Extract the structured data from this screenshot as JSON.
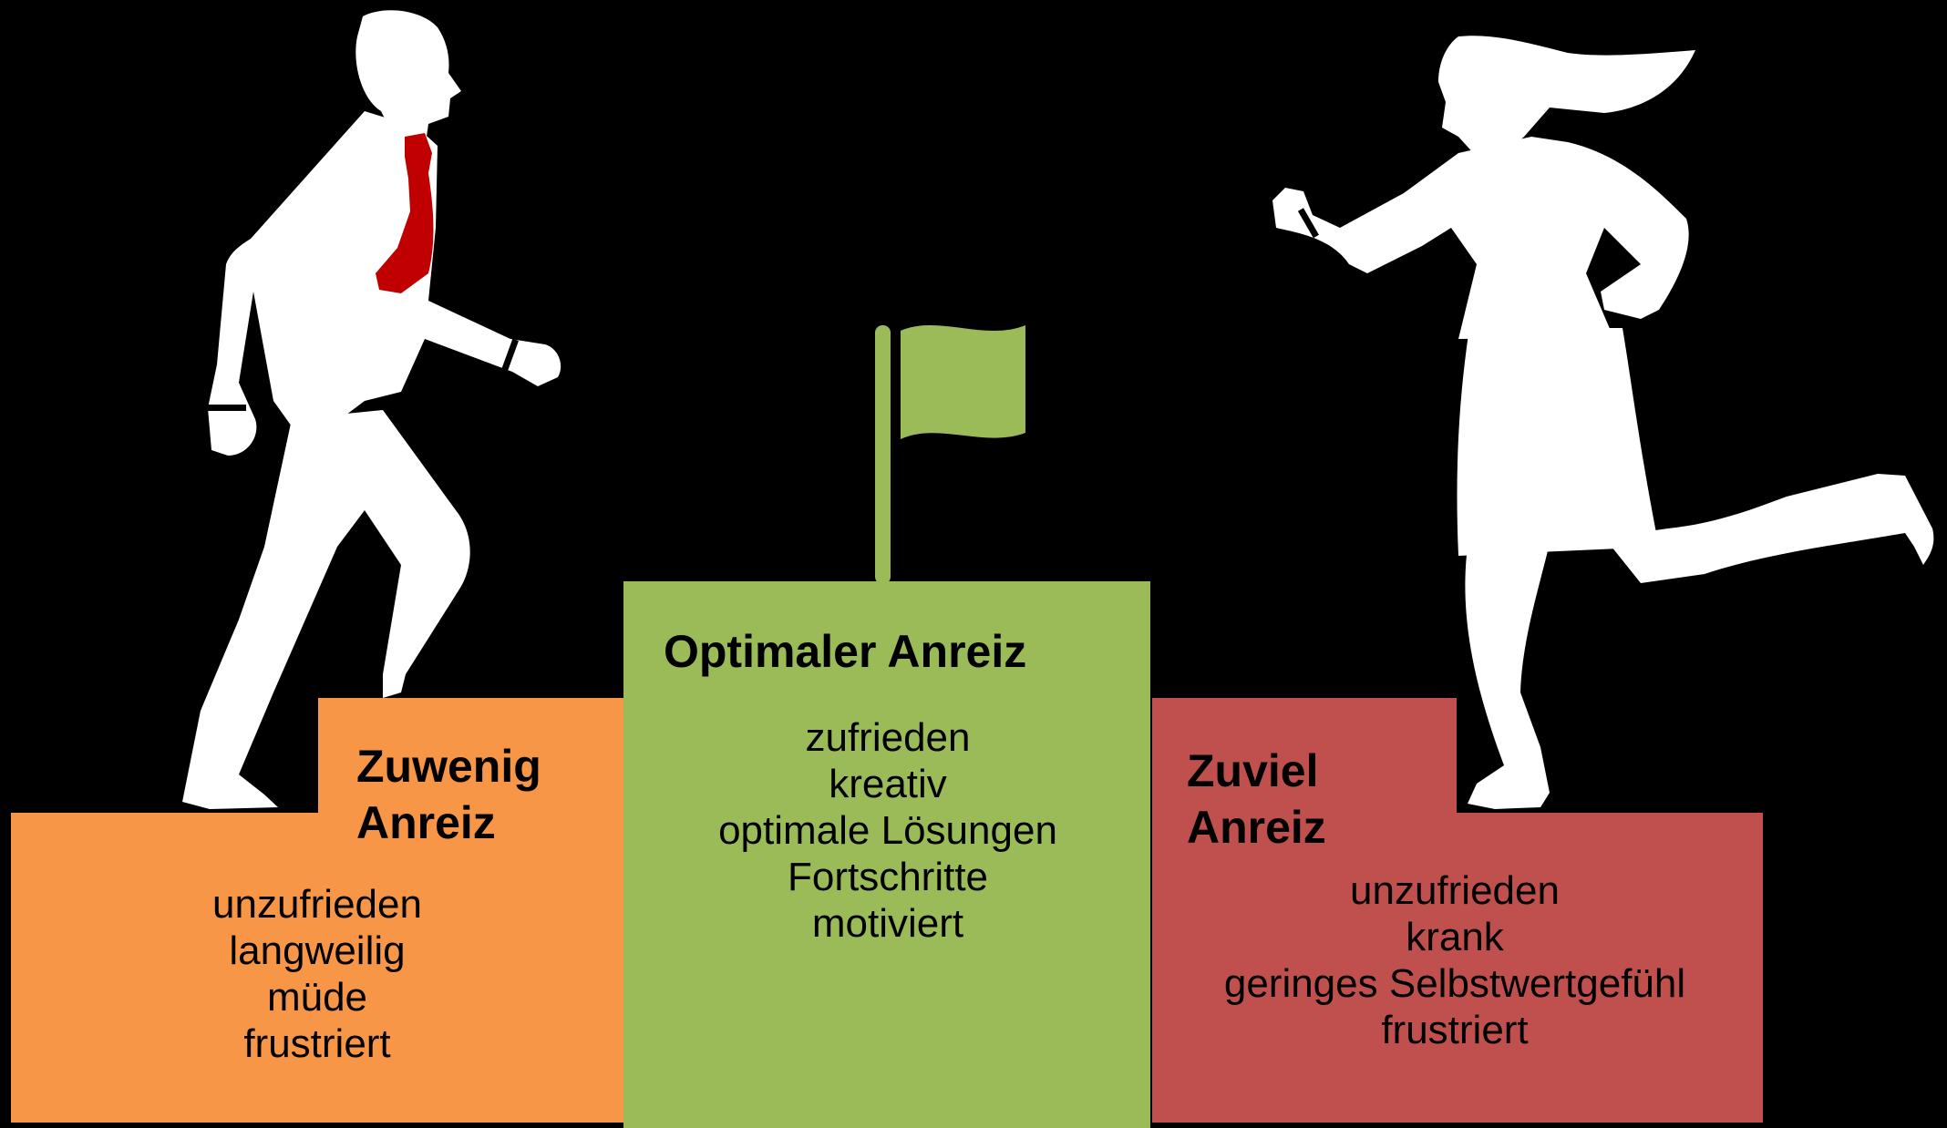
{
  "colors": {
    "background": "#000000",
    "low": "#f79646",
    "optimal": "#9bbb59",
    "high": "#c0504d",
    "figure": "#ffffff",
    "tie": "#c00000"
  },
  "icons": [
    "walking-man-figure",
    "running-woman-figure",
    "goal-flag-icon"
  ],
  "low": {
    "title_line1": "Zuwenig",
    "title_line2": "Anreiz",
    "items": [
      "unzufrieden",
      "langweilig",
      "müde",
      "frustriert"
    ]
  },
  "optimal": {
    "title": "Optimaler Anreiz",
    "items": [
      "zufrieden",
      "kreativ",
      "optimale Lösungen",
      "Fortschritte",
      "motiviert"
    ]
  },
  "high": {
    "title_line1": "Zuviel",
    "title_line2": "Anreiz",
    "items": [
      "unzufrieden",
      "krank",
      "geringes Selbstwertgefühl",
      "frustriert"
    ]
  }
}
